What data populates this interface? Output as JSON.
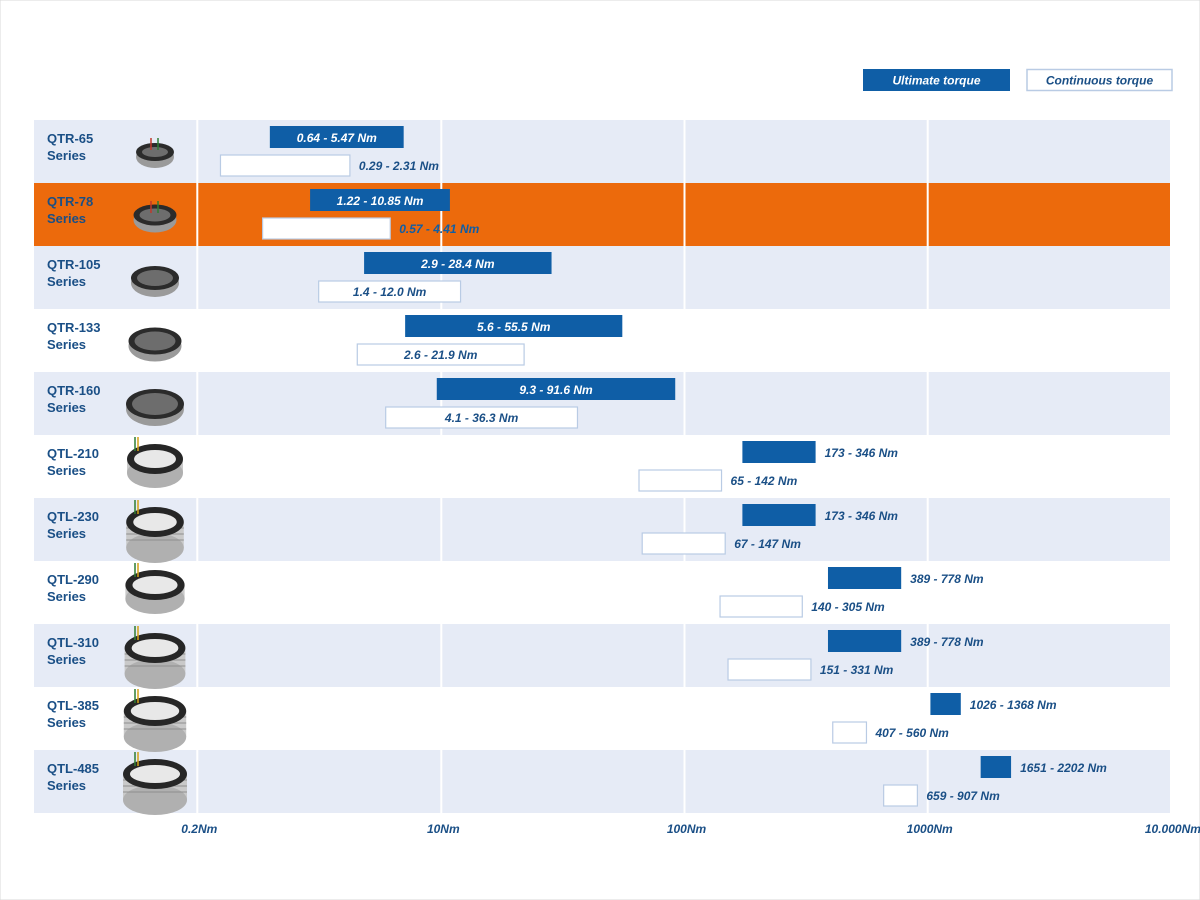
{
  "chart_data": {
    "type": "bar",
    "orientation": "horizontal-range",
    "x_scale": "log",
    "xlim": [
      0.2,
      10000
    ],
    "grid": true,
    "legend_position": "top-right",
    "legend": [
      {
        "key": "ultimate",
        "label": "Ultimate torque",
        "style": "filled"
      },
      {
        "key": "continuous",
        "label": "Continuous torque",
        "style": "outlined"
      }
    ],
    "ticks": [
      {
        "value": 0.2,
        "label": "0.2Nm"
      },
      {
        "value": 10,
        "label": "10Nm"
      },
      {
        "value": 100,
        "label": "100Nm"
      },
      {
        "value": 1000,
        "label": "1000Nm"
      },
      {
        "value": 10000,
        "label": "10.000Nm"
      }
    ],
    "categories": [
      {
        "name": [
          "QTR-65",
          "Series"
        ],
        "ultimate": [
          0.64,
          5.47
        ],
        "ultimate_label": "0.64 - 5.47 Nm",
        "continuous": [
          0.29,
          2.31
        ],
        "continuous_label": "0.29 - 2.31 Nm",
        "highlight": false
      },
      {
        "name": [
          "QTR-78",
          "Series"
        ],
        "ultimate": [
          1.22,
          10.85
        ],
        "ultimate_label": "1.22 - 10.85 Nm",
        "continuous": [
          0.57,
          4.41
        ],
        "continuous_label": "0.57 - 4.41 Nm",
        "highlight": true
      },
      {
        "name": [
          "QTR-105",
          "Series"
        ],
        "ultimate": [
          2.9,
          28.4
        ],
        "ultimate_label": "2.9 - 28.4 Nm",
        "continuous": [
          1.4,
          12.0
        ],
        "continuous_label": "1.4 - 12.0 Nm",
        "highlight": false
      },
      {
        "name": [
          "QTR-133",
          "Series"
        ],
        "ultimate": [
          5.6,
          55.5
        ],
        "ultimate_label": "5.6 - 55.5 Nm",
        "continuous": [
          2.6,
          21.9
        ],
        "continuous_label": "2.6 - 21.9 Nm",
        "highlight": false
      },
      {
        "name": [
          "QTR-160",
          "Series"
        ],
        "ultimate": [
          9.3,
          91.6
        ],
        "ultimate_label": "9.3 - 91.6 Nm",
        "continuous": [
          4.1,
          36.3
        ],
        "continuous_label": "4.1 - 36.3 Nm",
        "highlight": false
      },
      {
        "name": [
          "QTL-210",
          "Series"
        ],
        "ultimate": [
          173,
          346
        ],
        "ultimate_label": "173 - 346 Nm",
        "continuous": [
          65,
          142
        ],
        "continuous_label": "65 - 142 Nm",
        "highlight": false
      },
      {
        "name": [
          "QTL-230",
          "Series"
        ],
        "ultimate": [
          173,
          346
        ],
        "ultimate_label": "173 - 346 Nm",
        "continuous": [
          67,
          147
        ],
        "continuous_label": "67 - 147 Nm",
        "highlight": false
      },
      {
        "name": [
          "QTL-290",
          "Series"
        ],
        "ultimate": [
          389,
          778
        ],
        "ultimate_label": "389 - 778 Nm",
        "continuous": [
          140,
          305
        ],
        "continuous_label": "140 - 305 Nm",
        "highlight": false
      },
      {
        "name": [
          "QTL-310",
          "Series"
        ],
        "ultimate": [
          389,
          778
        ],
        "ultimate_label": "389 - 778 Nm",
        "continuous": [
          151,
          331
        ],
        "continuous_label": "151 - 331 Nm",
        "highlight": false
      },
      {
        "name": [
          "QTL-385",
          "Series"
        ],
        "ultimate": [
          1026,
          1368
        ],
        "ultimate_label": "1026 - 1368 Nm",
        "continuous": [
          407,
          560
        ],
        "continuous_label": "407 - 560 Nm",
        "highlight": false
      },
      {
        "name": [
          "QTL-485",
          "Series"
        ],
        "ultimate": [
          1651,
          2202
        ],
        "ultimate_label": "1651 - 2202 Nm",
        "continuous": [
          659,
          907
        ],
        "continuous_label": "659 - 907 Nm",
        "highlight": false
      }
    ]
  },
  "colors": {
    "bar": "#0f5ea6",
    "text": "#1a4f86",
    "row_shade": "#e6ebf6",
    "row_plain": "#ffffff",
    "highlight": "#ec6a0c",
    "outline": "#b9cbe4",
    "grid": "#ffffff"
  }
}
